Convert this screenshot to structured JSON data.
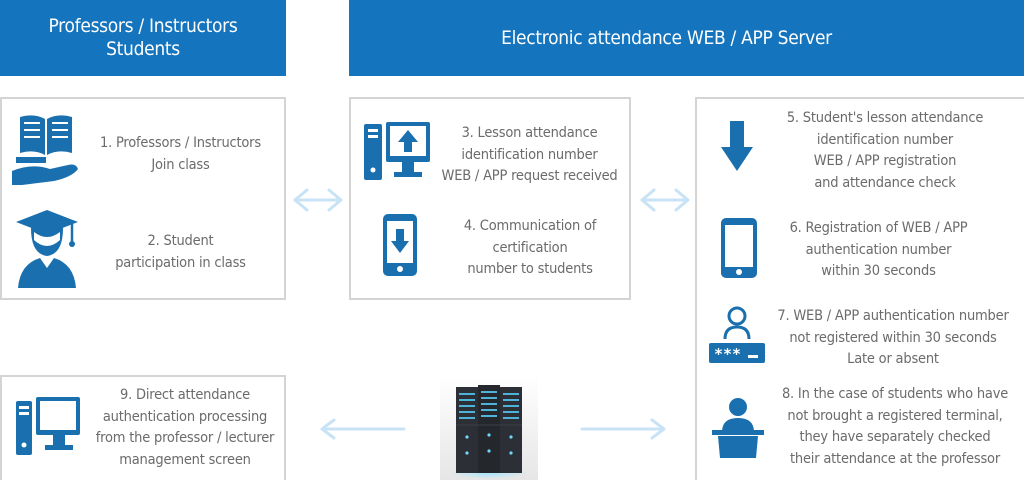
{
  "headers": {
    "left": "Professors / Instructors\nStudents",
    "right": "Electronic attendance WEB / APP Server"
  },
  "steps": {
    "s1": "1. Professors / Instructors\nJoin class",
    "s2": "2. Student\nparticipation in class",
    "s3": "3. Lesson attendance\nidentification number\nWEB / APP request received",
    "s4": "4. Communication of\ncertification\nnumber to students",
    "s5": "5. Student's lesson attendance\nidentification number\nWEB / APP registration\nand attendance check",
    "s6": "6. Registration of WEB / APP\nauthentication number\nwithin 30 seconds",
    "s7": "7. WEB / APP authentication number\nnot registered within 30 seconds\nLate or absent",
    "s8": "8. In the case of students who have\nnot brought a registered terminal,\nthey have separately checked\ntheir attendance at the professor",
    "s9": "9. Direct attendance\nauthentication processing\nfrom the professor / lecturer\nmanagement screen"
  },
  "icons": {
    "i1": "book-in-hand-icon",
    "i2": "graduate-student-icon",
    "i3": "computer-upload-icon",
    "i4": "phone-download-icon",
    "i5": "down-arrow-icon",
    "i6": "smartphone-icon",
    "i7": "user-password-icon",
    "i8": "person-at-desk-icon",
    "i9": "desktop-computer-icon",
    "server": "server-rack-icon"
  },
  "colors": {
    "accent": "#1474bd",
    "icon": "#1a6fae",
    "border": "#d4d4d4",
    "text": "#6b6b6b",
    "arrow": "#c8e3f5"
  }
}
